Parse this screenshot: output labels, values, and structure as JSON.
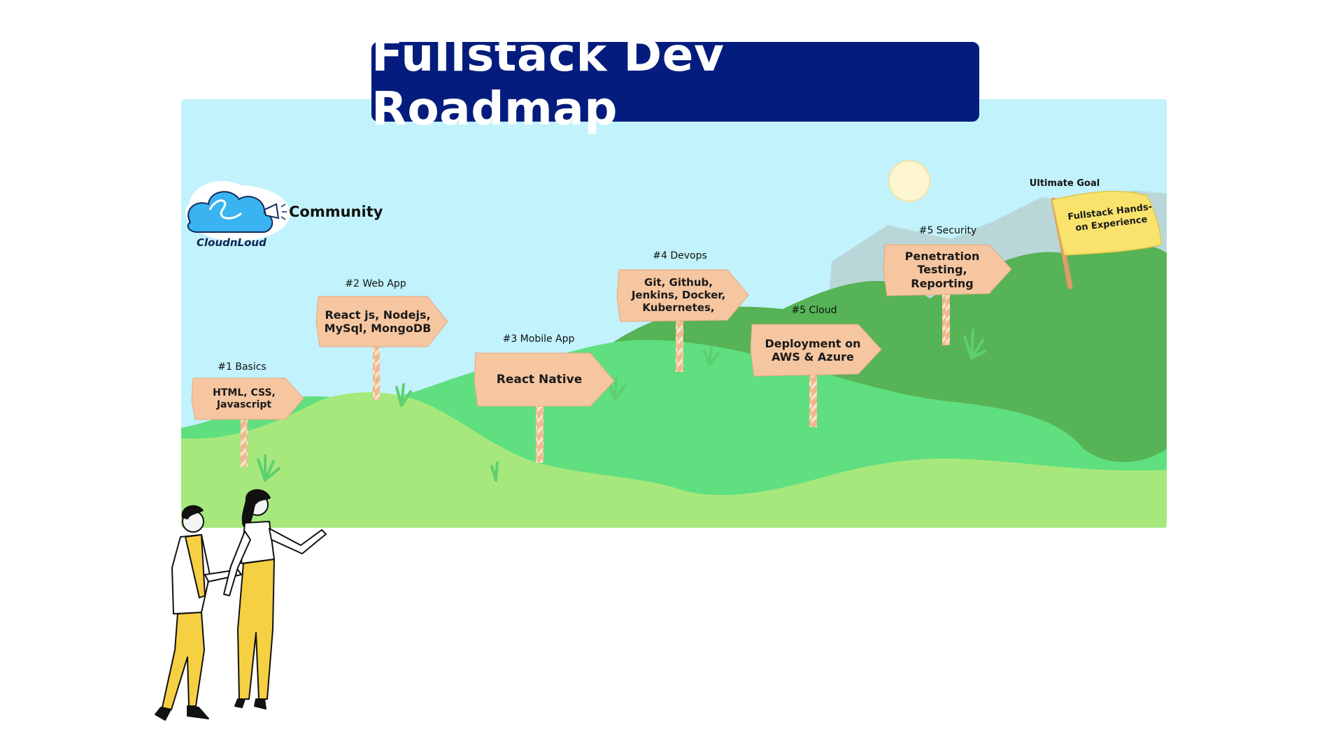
{
  "title": "Fullstack Dev Roadmap",
  "brand": {
    "name": "CloudnLoud",
    "tagline": "Community",
    "logo_icon": "cloud-megaphone-icon"
  },
  "steps": [
    {
      "label": "#1 Basics",
      "sign_text": "HTML, CSS,\nJavascript"
    },
    {
      "label": "#2 Web App",
      "sign_text": "React js, Nodejs,\nMySql, MongoDB"
    },
    {
      "label": "#3 Mobile App",
      "sign_text": "React Native"
    },
    {
      "label": "#4 Devops",
      "sign_text": "Git, Github,\nJenkins, Docker,\nKubernetes,"
    },
    {
      "label": "#5 Cloud",
      "sign_text": "Deployment on\nAWS & Azure"
    },
    {
      "label": "#5 Security",
      "sign_text": "Penetration\nTesting,\nReporting"
    }
  ],
  "goal": {
    "label": "Ultimate Goal",
    "flag_text": "Fullstack Hands-\non Experience"
  },
  "colors": {
    "title_bg": "#041c7d",
    "sky": "#c2f2fc",
    "sun": "#fdf6d0",
    "mountain": "#b9d7d9",
    "hill_dark": "#56b356",
    "hill_mid": "#5fdf7f",
    "hill_light": "#a6e87c",
    "sign": "#f6c6a0",
    "post": "#f1b78f",
    "flag": "#f9e36c"
  },
  "illustration": {
    "people": "two-people-pointing-illustration"
  }
}
